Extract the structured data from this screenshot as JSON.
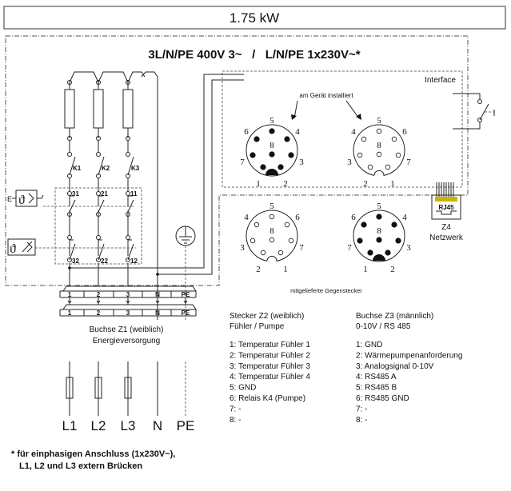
{
  "title": "1.75 kW",
  "supply_heading": "3L/N/PE 400V 3~   /   L/N/PE 1x230V~*",
  "relays": [
    "K1",
    "K2",
    "K3"
  ],
  "thermo_contacts_top": [
    "31",
    "21",
    "11"
  ],
  "thermo_contacts_bottom": [
    "32",
    "22",
    "12"
  ],
  "thermostat_label": "E",
  "terminal_block": {
    "labels": [
      "1",
      "2",
      "3",
      "N",
      "PE"
    ],
    "name": "Buchse Z1 (weiblich)",
    "function": "Energieversorgung"
  },
  "supply_lines": [
    "L1",
    "L2",
    "L3",
    "N",
    "PE"
  ],
  "interface": {
    "title": "Interface",
    "installed_label": "am Gerät installiert",
    "mating_label": "mitgelieferte Gegenstecker",
    "rj45_label": "RJ45",
    "z4_label": "Z4",
    "z4_function": "Netzwerk"
  },
  "connector_pins": {
    "center": "8"
  },
  "stecker_z2": {
    "title": "Stecker Z2 (weiblich)",
    "subtitle": "Fühler / Pumpe",
    "pins": [
      "1:  Temperatur Fühler 1",
      "2:  Temperatur Fühler 2",
      "3:  Temperatur Fühler 3",
      "4:  Temperatur Fühler 4",
      "5:  GND",
      "6:  Relais K4 (Pumpe)",
      "7:  -",
      "8:  -"
    ]
  },
  "buchse_z3": {
    "title": "Buchse Z3 (männlich)",
    "subtitle": "0-10V / RS 485",
    "pins": [
      "1:  GND",
      "2:  Wärmepumpenanforderung",
      "3:  Analogsignal 0-10V",
      "4:  RS485 A",
      "5:  RS485 B",
      "6:  RS485 GND",
      "7:  -",
      "8:  -"
    ]
  },
  "footnote": [
    "* für einphasigen Anschluss (1x230V~),",
    "L1, L2 und L3 extern Brücken"
  ],
  "colors": {
    "line": "#222222",
    "rj45_contacts": "#c8b400"
  }
}
